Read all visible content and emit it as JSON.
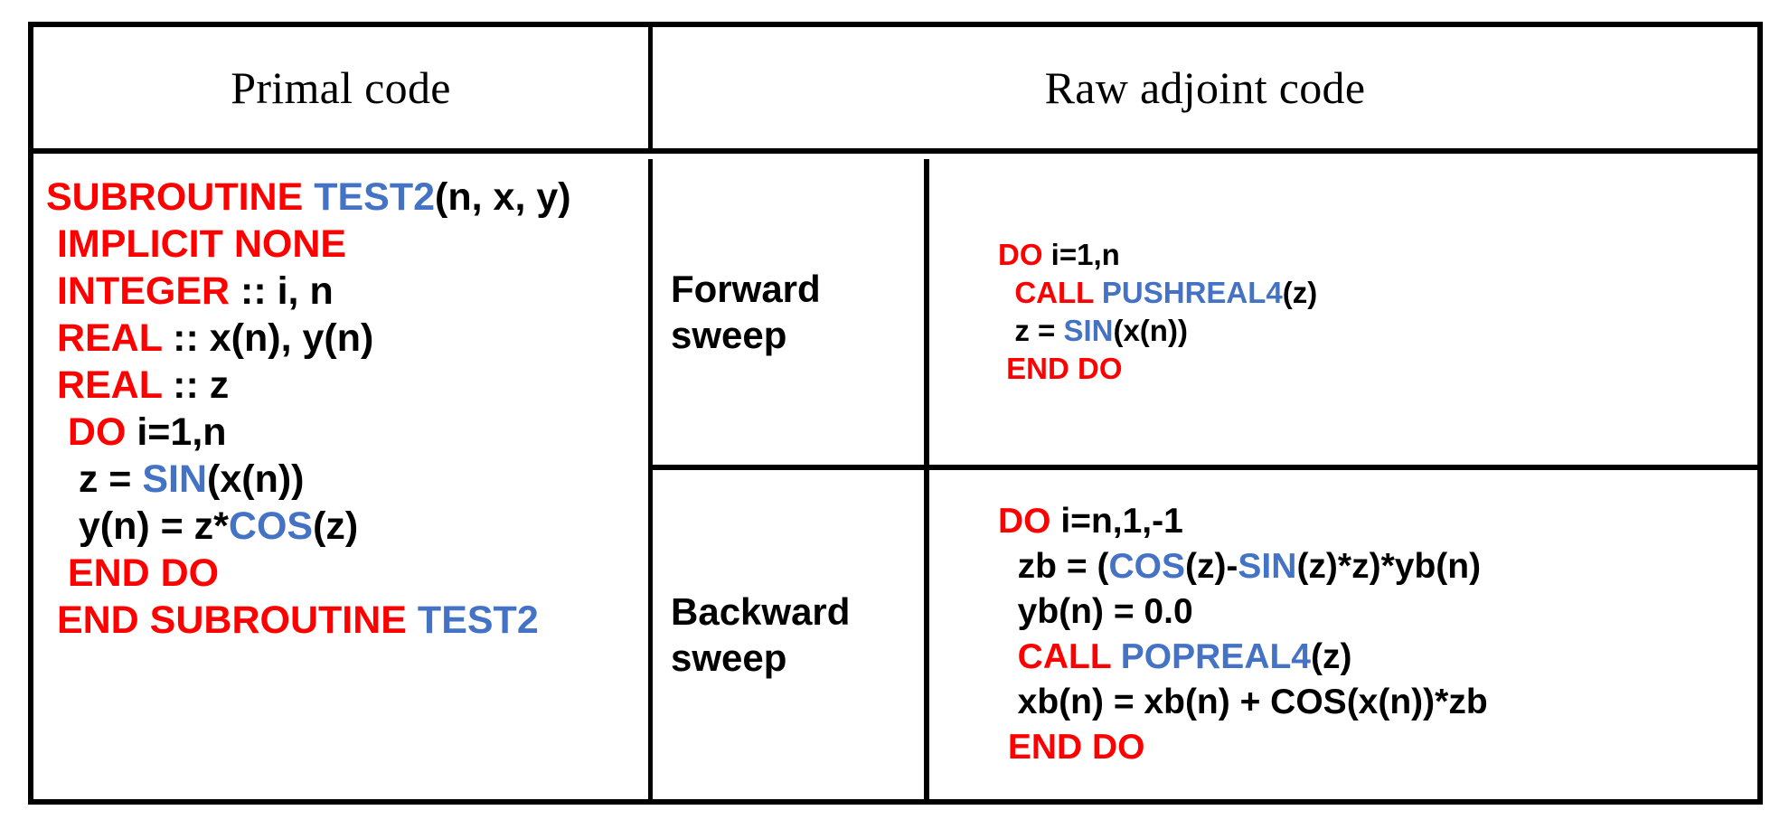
{
  "colors": {
    "keyword_red": "#FF0000",
    "function_blue": "#4472C4",
    "plain_black": "#000000",
    "border_black": "#000000",
    "background_white": "#FFFFFF"
  },
  "table": {
    "headers": {
      "primal": "Primal code",
      "adjoint": "Raw adjoint code"
    },
    "sweeps": {
      "forward_label": "Forward\nsweep",
      "backward_label": "Backward\nsweep"
    }
  },
  "primal_code": {
    "lines": [
      [
        {
          "t": "SUBROUTINE ",
          "c": "kw"
        },
        {
          "t": "TEST2",
          "c": "fn"
        },
        {
          "t": "(n, x, y)",
          "c": "pl"
        }
      ],
      [
        {
          "t": " IMPLICIT NONE",
          "c": "kw"
        }
      ],
      [
        {
          "t": " INTEGER",
          "c": "kw"
        },
        {
          "t": " :: i, n",
          "c": "pl"
        }
      ],
      [
        {
          "t": " REAL",
          "c": "kw"
        },
        {
          "t": " :: x(n), y(n)",
          "c": "pl"
        }
      ],
      [
        {
          "t": " REAL",
          "c": "kw"
        },
        {
          "t": " :: z",
          "c": "pl"
        }
      ],
      [
        {
          "t": "  DO",
          "c": "kw"
        },
        {
          "t": " i=1,n",
          "c": "pl"
        }
      ],
      [
        {
          "t": "   z = ",
          "c": "pl"
        },
        {
          "t": "SIN",
          "c": "fn"
        },
        {
          "t": "(x(n))",
          "c": "pl"
        }
      ],
      [
        {
          "t": "   y(n) = z*",
          "c": "pl"
        },
        {
          "t": "COS",
          "c": "fn"
        },
        {
          "t": "(z)",
          "c": "pl"
        }
      ],
      [
        {
          "t": "  END DO",
          "c": "kw"
        }
      ],
      [
        {
          "t": " END SUBROUTINE ",
          "c": "kw"
        },
        {
          "t": "TEST2",
          "c": "fn"
        }
      ]
    ]
  },
  "forward_sweep_code": {
    "lines": [
      [
        {
          "t": "DO",
          "c": "kw"
        },
        {
          "t": " i=1,n",
          "c": "pl"
        }
      ],
      [
        {
          "t": "  CALL ",
          "c": "kw"
        },
        {
          "t": "PUSHREAL4",
          "c": "fn"
        },
        {
          "t": "(z)",
          "c": "pl"
        }
      ],
      [
        {
          "t": "  z = ",
          "c": "pl"
        },
        {
          "t": "SIN",
          "c": "fn"
        },
        {
          "t": "(x(n))",
          "c": "pl"
        }
      ],
      [
        {
          "t": " END DO",
          "c": "kw"
        }
      ]
    ]
  },
  "backward_sweep_code": {
    "lines": [
      [
        {
          "t": "DO",
          "c": "kw"
        },
        {
          "t": " i=n,1,-1",
          "c": "pl"
        }
      ],
      [
        {
          "t": "  zb = (",
          "c": "pl"
        },
        {
          "t": "COS",
          "c": "fn"
        },
        {
          "t": "(z)-",
          "c": "pl"
        },
        {
          "t": "SIN",
          "c": "fn"
        },
        {
          "t": "(z)*z)*yb(n)",
          "c": "pl"
        }
      ],
      [
        {
          "t": "  yb(n) = 0.0",
          "c": "pl"
        }
      ],
      [
        {
          "t": "  CALL ",
          "c": "kw"
        },
        {
          "t": "POPREAL4",
          "c": "fn"
        },
        {
          "t": "(z)",
          "c": "pl"
        }
      ],
      [
        {
          "t": "  xb(n) = xb(n) + COS(x(n))*zb",
          "c": "pl"
        }
      ],
      [
        {
          "t": " END DO",
          "c": "kw"
        }
      ]
    ]
  }
}
